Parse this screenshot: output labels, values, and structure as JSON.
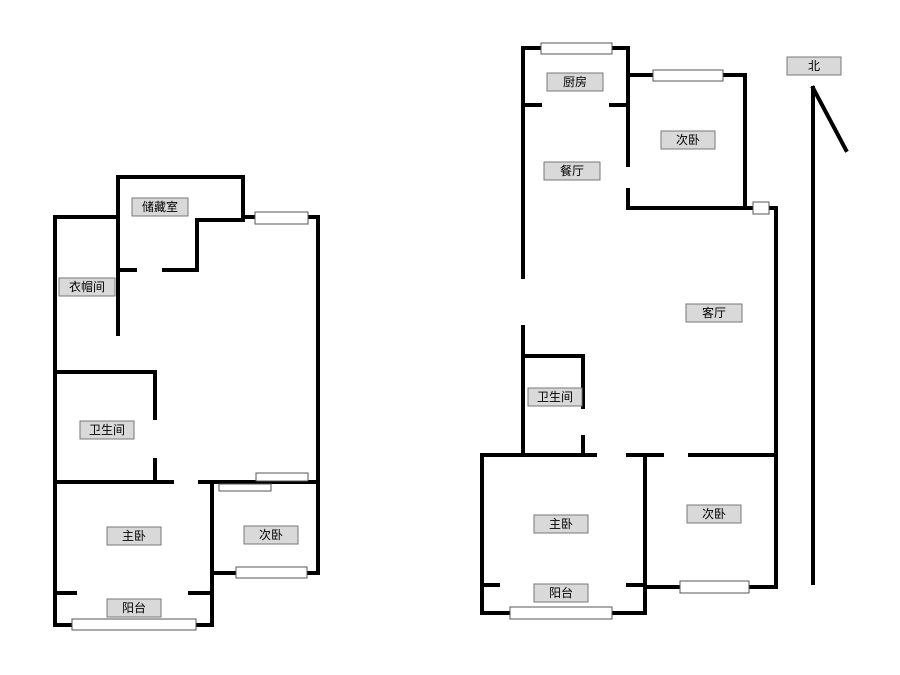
{
  "left_unit": {
    "rooms": {
      "storage": "储藏室",
      "cloakroom": "衣帽间",
      "bathroom": "卫生间",
      "master_bedroom": "主卧",
      "second_bedroom": "次卧",
      "balcony": "阳台"
    }
  },
  "right_unit": {
    "rooms": {
      "kitchen": "厨房",
      "second_bedroom_top": "次卧",
      "dining": "餐厅",
      "living": "客厅",
      "bathroom": "卫生间",
      "master_bedroom": "主卧",
      "second_bedroom_bottom": "次卧",
      "balcony": "阳台"
    }
  },
  "compass": {
    "label": "北"
  }
}
